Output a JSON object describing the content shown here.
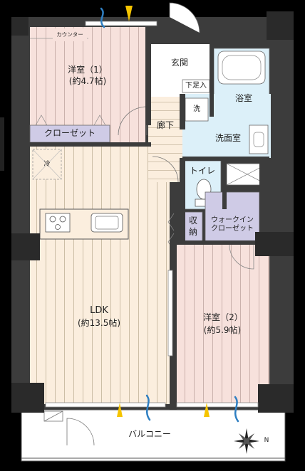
{
  "rooms": {
    "western1": {
      "name": "洋室（1）",
      "size": "(約4.7帖)"
    },
    "western2": {
      "name": "洋室（2）",
      "size": "(約5.9帖)"
    },
    "ldk": {
      "name": "LDK",
      "size": "(約13.5帖)"
    },
    "entrance": "玄関",
    "shoe_closet": "下足入",
    "bath": "浴室",
    "washer": "洗",
    "washroom": "洗面室",
    "corridor": "廊下",
    "toilet": "トイレ",
    "storage": "収納",
    "walk_in_closet": "ウォークイン\nクローゼット",
    "closet": "クローゼット",
    "counter": "カウンター",
    "fridge": "冷",
    "balcony": "バルコニー"
  },
  "compass": {
    "north": "N"
  },
  "colors": {
    "frame": "#000000",
    "wall": "#3c3c3c",
    "pink": "#f7e1dc",
    "beige": "#fbeede",
    "blue": "#dcf0f9",
    "lavender": "#cfcbe6",
    "arrow_yellow": "#f5c400",
    "arrow_blue": "#2f7fc2"
  }
}
